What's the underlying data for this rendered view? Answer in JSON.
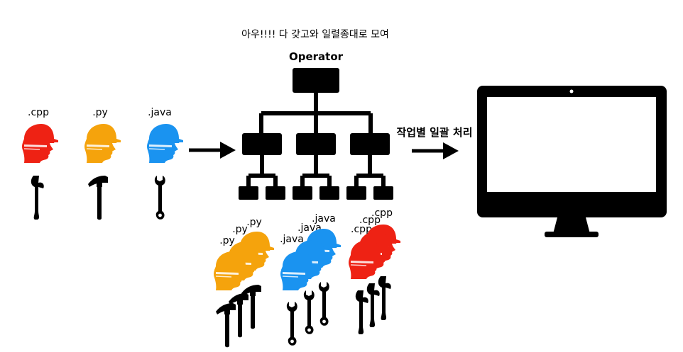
{
  "caption": "아우!!!! 다 갖고와 일렬종대로 모여",
  "operator_label": "Operator",
  "process_label": "작업별 일괄 처리",
  "workers": [
    {
      "label": ".cpp",
      "color": "#ee2214",
      "tool": "axe-icon"
    },
    {
      "label": ".py",
      "color": "#f5a30c",
      "tool": "hammer-icon"
    },
    {
      "label": ".java",
      "color": "#1a93f0",
      "tool": "wrench-icon"
    }
  ],
  "groups": [
    {
      "color": "#f5a30c",
      "tool": "hammer-icon",
      "labels": [
        ".py",
        ".py",
        ".py"
      ]
    },
    {
      "color": "#1a93f0",
      "tool": "wrench-icon",
      "labels": [
        ".java",
        ".java",
        ".java"
      ]
    },
    {
      "color": "#ee2214",
      "tool": "axe-icon",
      "labels": [
        ".cpp",
        ".cpp",
        ".cpp"
      ]
    }
  ],
  "colors": {
    "line": "#000000",
    "screen": "#ffffff"
  }
}
